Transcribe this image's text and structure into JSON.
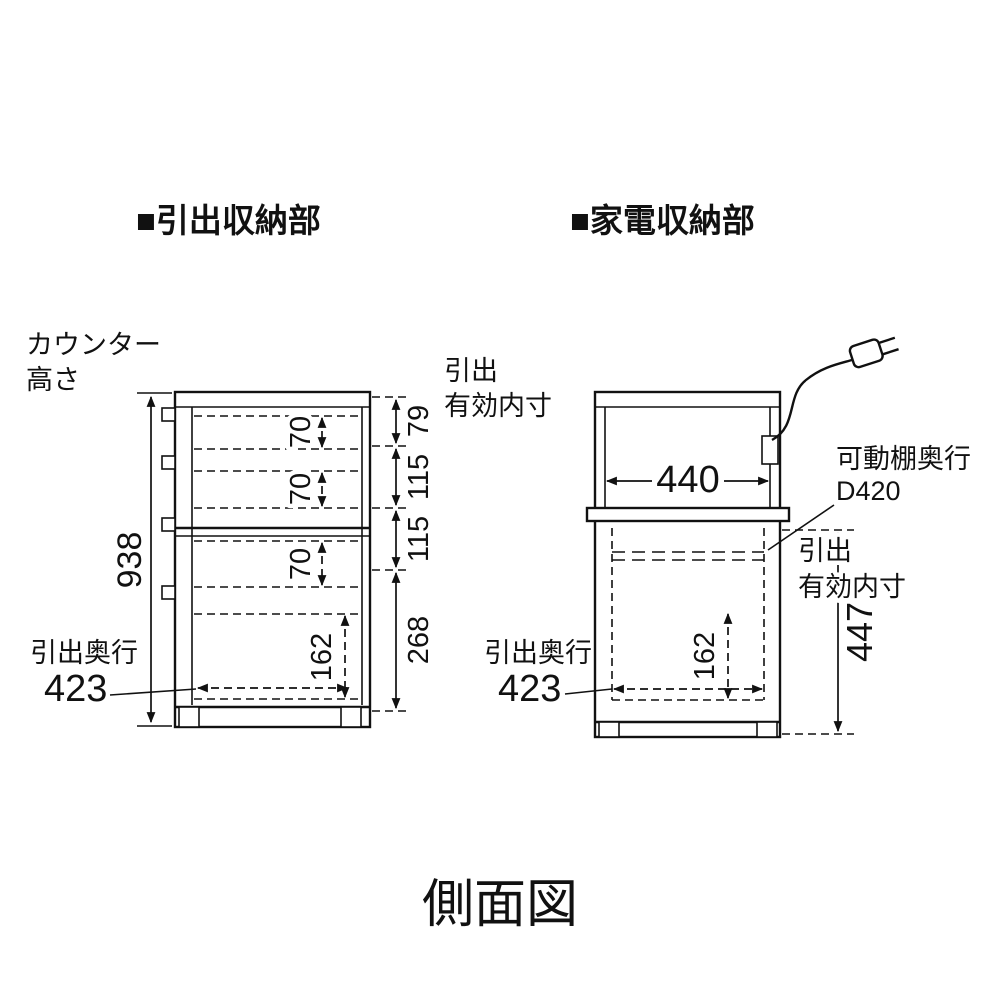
{
  "caption": "側面図",
  "left_unit": {
    "title": "■引出収納部",
    "counter_label": [
      "カウンター",
      "高さ"
    ],
    "total_height": "938",
    "drawer_inner_heights": [
      "70",
      "70",
      "70"
    ],
    "bottom_drawer_inner_height": "162",
    "effective_dims_label": [
      "引出",
      "有効内寸"
    ],
    "effective_dims": [
      "79",
      "115",
      "115",
      "268"
    ],
    "drawer_depth_label": "引出奥行",
    "drawer_depth": "423"
  },
  "right_unit": {
    "title": "■家電収納部",
    "opening_width": "440",
    "shelf_label": [
      "可動棚奥行",
      "D420"
    ],
    "effective_label": [
      "引出",
      "有効内寸"
    ],
    "effective_height": "447",
    "drawer_inner_height": "162",
    "drawer_depth_label": "引出奥行",
    "drawer_depth": "423"
  }
}
